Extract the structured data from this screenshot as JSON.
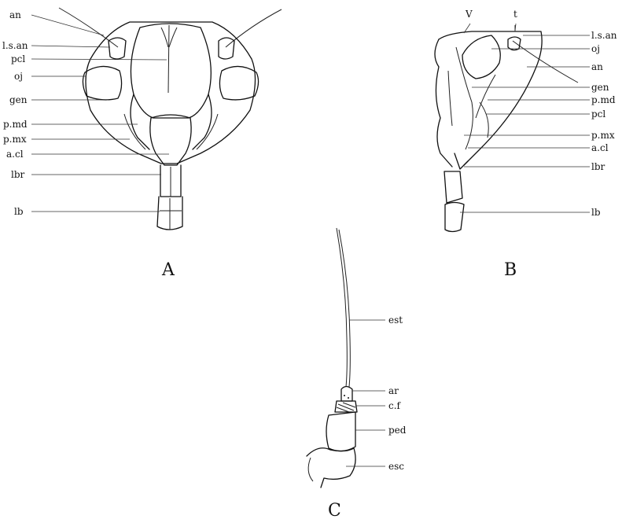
{
  "panels": {
    "A": {
      "letter": "A",
      "labels": [
        "an",
        "l.s.an",
        "pcl",
        "oj",
        "gen",
        "p.md",
        "p.mx",
        "a.cl",
        "lbr",
        "lb"
      ]
    },
    "B": {
      "letter": "B",
      "top_labels": [
        "V",
        "t"
      ],
      "labels": [
        "l.s.an",
        "oj",
        "an",
        "gen",
        "p.md",
        "pcl",
        "p.mx",
        "a.cl",
        "lbr",
        "lb"
      ]
    },
    "C": {
      "letter": "C",
      "labels": [
        "est",
        "ar",
        "c.f",
        "ped",
        "esc"
      ]
    }
  }
}
